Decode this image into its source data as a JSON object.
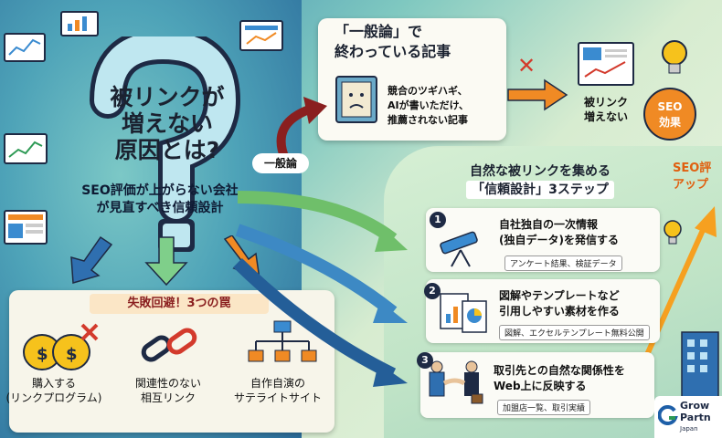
{
  "hero": {
    "title_line1": "被リンクが",
    "title_line2": "増えない",
    "title_line3": "原因とは?",
    "subtitle_line1": "SEO評価が上がらない会社",
    "subtitle_line2": "が見直すべき信頼設計"
  },
  "general": {
    "heading_line1": "「一般論」で",
    "heading_line2": "終わっている記事",
    "desc_line1": "競合のツギハギ、",
    "desc_line2": "AIが書いただけ、",
    "desc_line3": "推薦されない記事",
    "arrow_label": "一般論",
    "result_line1": "被リンク",
    "result_line2": "増えない",
    "seo_effect": "SEO\n効果"
  },
  "steps_section": {
    "heading_line1": "自然な被リンクを集める",
    "heading_line2": "「信頼設計」3ステップ",
    "seo_up": "SEO評\nアップ",
    "steps": [
      {
        "num": "1",
        "line1": "自社独自の一次情報",
        "line2": "(独自データ)を発信する",
        "tag": "アンケート結果、検証データ"
      },
      {
        "num": "2",
        "line1": "図解やテンプレートなど",
        "line2": "引用しやすい素材を作る",
        "tag": "図解、エクセルテンプレート無料公開"
      },
      {
        "num": "3",
        "line1": "取引先との自然な関係性を",
        "line2": "Web上に反映する",
        "tag": "加盟店一覧、取引実績"
      }
    ]
  },
  "traps": {
    "heading": "失敗回避！3つの罠",
    "items": [
      {
        "line1": "購入する",
        "line2": "(リンクプログラム)"
      },
      {
        "line1": "関連性のない",
        "line2": "相互リンク"
      },
      {
        "line1": "自作自演の",
        "line2": "サテライトサイト"
      }
    ]
  },
  "logo": {
    "line1": "Grow",
    "line2": "Partn",
    "line3": "Japan"
  },
  "colors": {
    "navy": "#1e2a44",
    "red": "#d33a2c",
    "orange": "#f08a24",
    "yellow": "#f6c21c",
    "maroon": "#8a1f1f"
  }
}
